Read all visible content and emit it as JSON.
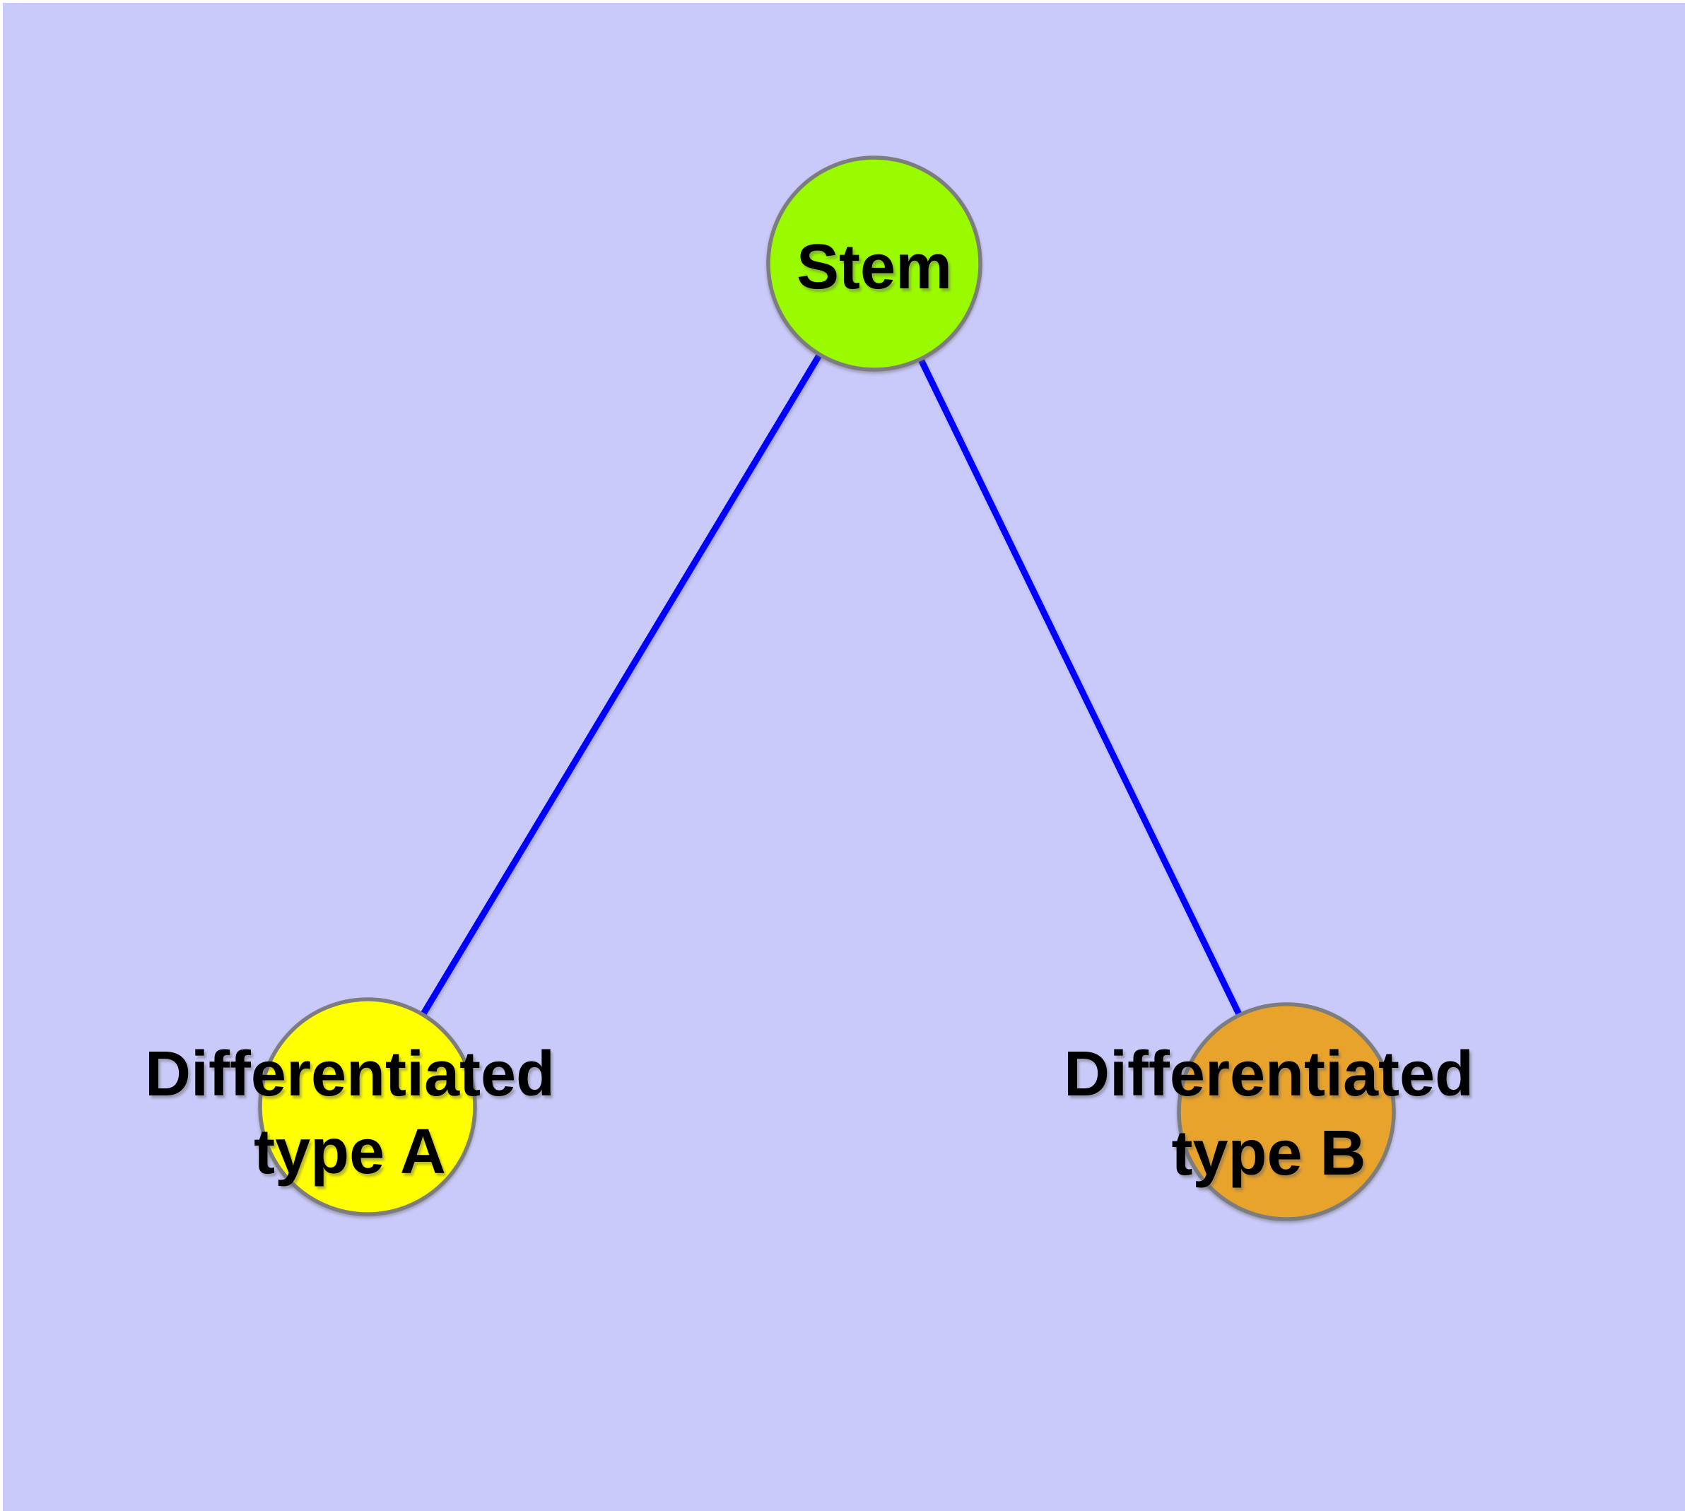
{
  "diagram": {
    "type": "node-link-graph",
    "title": "",
    "page_margin_color": "#FFFFFF",
    "background_color": "#CACAFA",
    "node_border_color": "#7D7D7D",
    "edge_color": "#0000FF",
    "label_color": "#000000",
    "nodes": [
      {
        "id": "stem",
        "label": "Stem",
        "label_line1": "Stem",
        "label_line2": "",
        "fill": "#9AFB00"
      },
      {
        "id": "differentiated-type-a",
        "label": "Differentiated type A",
        "label_line1": "Differentiated",
        "label_line2": "type A",
        "fill": "#FFFF00"
      },
      {
        "id": "differentiated-type-b",
        "label": "Differentiated type B",
        "label_line1": "Differentiated",
        "label_line2": "type B",
        "fill": "#E8A32D"
      }
    ],
    "edges": [
      {
        "from": "Stem",
        "to": "Differentiated type A"
      },
      {
        "from": "Stem",
        "to": "Differentiated type B"
      }
    ]
  }
}
